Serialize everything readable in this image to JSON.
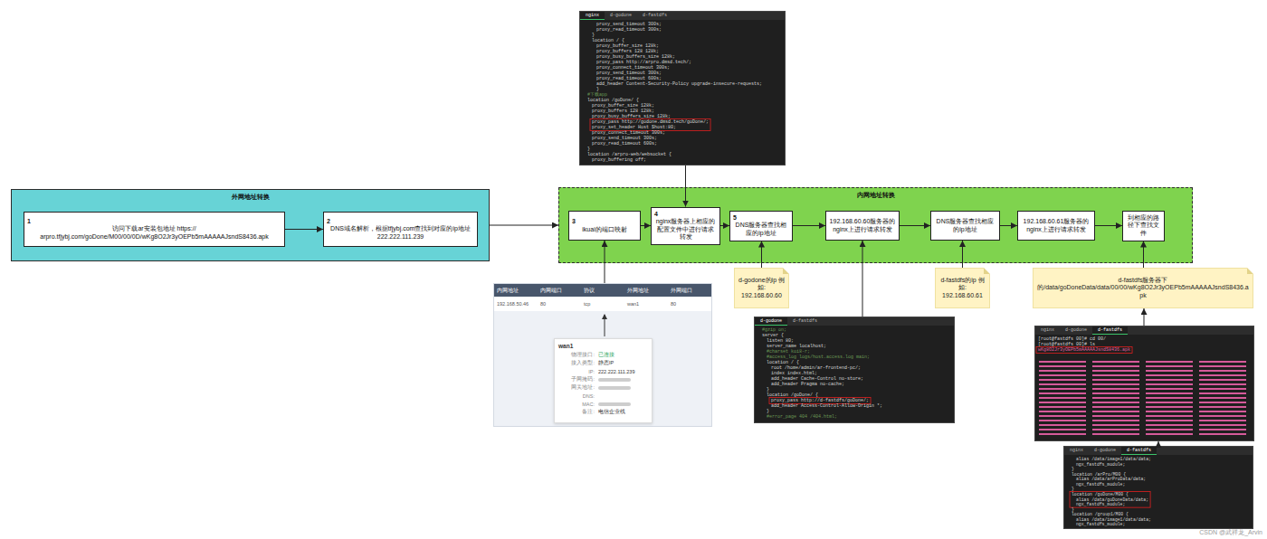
{
  "diagram": {
    "nodes": [
      {
        "text": [
          "外网地址转换"
        ]
      },
      {
        "text": [
          "1",
          "访问下载ar安装包地址 https:// arpro.tfjybj.com/goDone/M00/00/0D/wKg8O2Jr3yOEPb5mAAAAAJsndS8436.apk"
        ],
        "in": 0
      },
      {
        "text": [
          "2",
          "DNS域名解析，根据tfjybj.com查找到对应的ip地址 222.222.111.239"
        ],
        "in": 0
      },
      {
        "text": [
          "内网地址转换"
        ]
      },
      {
        "text": [
          "3",
          "ikuai的端口映射"
        ],
        "in": 3
      },
      {
        "text": [
          "4",
          "nginx服务器上相应的配置文件中进行请求转发"
        ],
        "in": 3
      },
      {
        "text": [
          "5",
          "DNS服务器查找相应的ip地址"
        ],
        "in": 3
      },
      {
        "text": [
          "192.168.60.60服务器的nginx上进行请求转发"
        ],
        "in": 3
      },
      {
        "text": [
          "DNS服务器查找相应的ip地址"
        ],
        "in": 3
      },
      {
        "text": [
          "192.168.60.61服务器的nginx上进行请求转发"
        ],
        "in": 3
      },
      {
        "text": [
          "到相应的路径下查找文件"
        ],
        "in": 3
      },
      {
        "text": [
          "nginx",
          "d-godone",
          "d-fastdfs",
          "proxy_send_timeout 300s;",
          "proxy_read_timeout 300s;",
          "}",
          "location / {",
          "proxy_buffer_size 128k;",
          "proxy_buffers 128 128k;",
          "proxy_busy_buffers_size 128k;",
          "proxy_pass http://arpro.dmsd.tech/;",
          "proxy_connect_timeout 300s;",
          "proxy_send_timeout 300s;",
          "proxy_read_timeout 600s;",
          "add_header Content-Security-Policy upgrade-insecure-requests;",
          "}",
          "#下载app",
          "location /goDone/ {",
          "proxy_buffer_size 128k;",
          "proxy_buffers 128 128k;",
          "proxy_busy_buffers_size 128k;",
          "proxy_pass http://godone.dmsd.tech/goDone/;",
          "proxy_set_header Host $host:80;",
          "proxy_connect_timeout 300s;",
          "proxy_send_timeout 300s;",
          "proxy_read_timeout 600s;",
          "}",
          "location /arpro-web/websocket {",
          "proxy_buffering off;"
        ]
      },
      {
        "text": [
          "内网地址",
          "内网端口",
          "协议",
          "外网地址",
          "外网端口",
          "192.168.50.46",
          "80",
          "tcp",
          "wan1",
          "80"
        ]
      },
      {
        "text": [
          "wan1",
          "物理接口:",
          "已连接",
          "接入类型:",
          "静态IP",
          "IP:",
          "222.222.111.239",
          "子网掩码:",
          "网关地址:",
          "DNS:",
          "MAC:",
          "备注:",
          "电信企业线"
        ],
        "in": 12
      },
      {
        "text": [
          "d-godone的ip 例如: 192.168.60.60"
        ]
      },
      {
        "text": [
          "d-godone",
          "d-fastdfs",
          "#gzip on;",
          "server {",
          "listen 80;",
          "server_name localhost;",
          "#charset koi8-r;",
          "#access_log logs/host.access.log main;",
          "location / {",
          "root /home/admin/ar-frontend-pc/;",
          "index index.html;",
          "add_header Cache-Control no-store;",
          "add_header Pragma no-cache;",
          "}",
          "location /goDone/ {",
          "proxy_pass http://d-fastdfs/goDone/;",
          "add_header Access-Control-Allow-Origin *;",
          "}",
          "#error_page 404 /404.html;"
        ]
      },
      {
        "text": [
          "d-fastdfs的ip 例如: 192.168.60.61"
        ]
      },
      {
        "text": [
          "d-fastdfs服务器下的/data/goDoneData/data/00/00/wKg8O2Jr3yOEPb5mAAAAAJsndS8436.apk"
        ]
      },
      {
        "text": [
          "nginx",
          "d-godone",
          "d-fastdfs",
          "[root@fastdfs 00]# cd 00/",
          "[root@fastdfs 00]# ls",
          "wKg8O2Jr3yOEPb5mAAAAAJsndS8436.apk"
        ]
      },
      {
        "text": [
          "nginx",
          "d-godone",
          "d-fastdfs",
          "alias /data/image1/data/data;",
          "ngx_fastdfs_module;",
          "}",
          "location /arPro/M00 {",
          "alias /data/arProData/data;",
          "ngx_fastdfs_module;",
          "}",
          "location /goDone/M00 {",
          "alias /data/goDoneData/data;",
          "ngx_fastdfs_module;",
          "}",
          "location /group1/M00 {",
          "alias /data/image1/data/data;",
          "ngx_fastdfs_module;"
        ]
      }
    ],
    "edges": [
      {
        "from": 1,
        "to": 2,
        "arrow": "to"
      },
      {
        "from": 0,
        "to": 3,
        "arrow": "to"
      },
      {
        "from": 4,
        "to": 5,
        "arrow": "to"
      },
      {
        "from": 5,
        "to": 6,
        "arrow": "to"
      },
      {
        "from": 6,
        "to": 7,
        "arrow": "to"
      },
      {
        "from": 7,
        "to": 8,
        "arrow": "to"
      },
      {
        "from": 8,
        "to": 9,
        "arrow": "to"
      },
      {
        "from": 9,
        "to": 10,
        "arrow": "to"
      },
      {
        "from": 11,
        "to": 5,
        "arrow": "to"
      },
      {
        "from": 12,
        "to": 4,
        "arrow": "to"
      },
      {
        "from": 14,
        "to": 6,
        "arrow": "to"
      },
      {
        "from": 15,
        "to": 7,
        "arrow": "to"
      },
      {
        "from": 16,
        "to": 8,
        "arrow": "to"
      },
      {
        "from": 17,
        "to": 10,
        "arrow": "to"
      },
      {
        "from": 18,
        "to": 17,
        "arrow": "to"
      },
      {
        "from": 19,
        "to": 18,
        "arrow": "to"
      }
    ],
    "labels": [
      "CSDN @武祥龙_Arvin"
    ]
  }
}
